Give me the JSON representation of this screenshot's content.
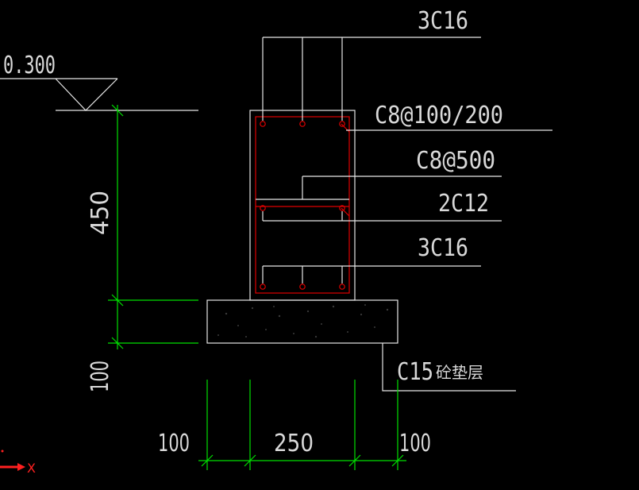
{
  "elevation": {
    "value": "0.300"
  },
  "rebar_labels": {
    "top_bars": "3C16",
    "stirrups": "C8@100/200",
    "tie": "C8@500",
    "middle_bars": "2C12",
    "bottom_bars": "3C16"
  },
  "cushion_label": {
    "grade": "C15",
    "name": "砼垫层"
  },
  "dimensions": {
    "beam_height": "450",
    "cushion_thickness": "100",
    "left_offset": "100",
    "beam_width": "250",
    "right_offset": "100"
  },
  "axis_indicator": {
    "label": "X"
  },
  "colors": {
    "background": "#000000",
    "line": "#e6e6e6",
    "dimension": "#00e000",
    "rebar": "#e00000",
    "axis": "#ff2020"
  }
}
